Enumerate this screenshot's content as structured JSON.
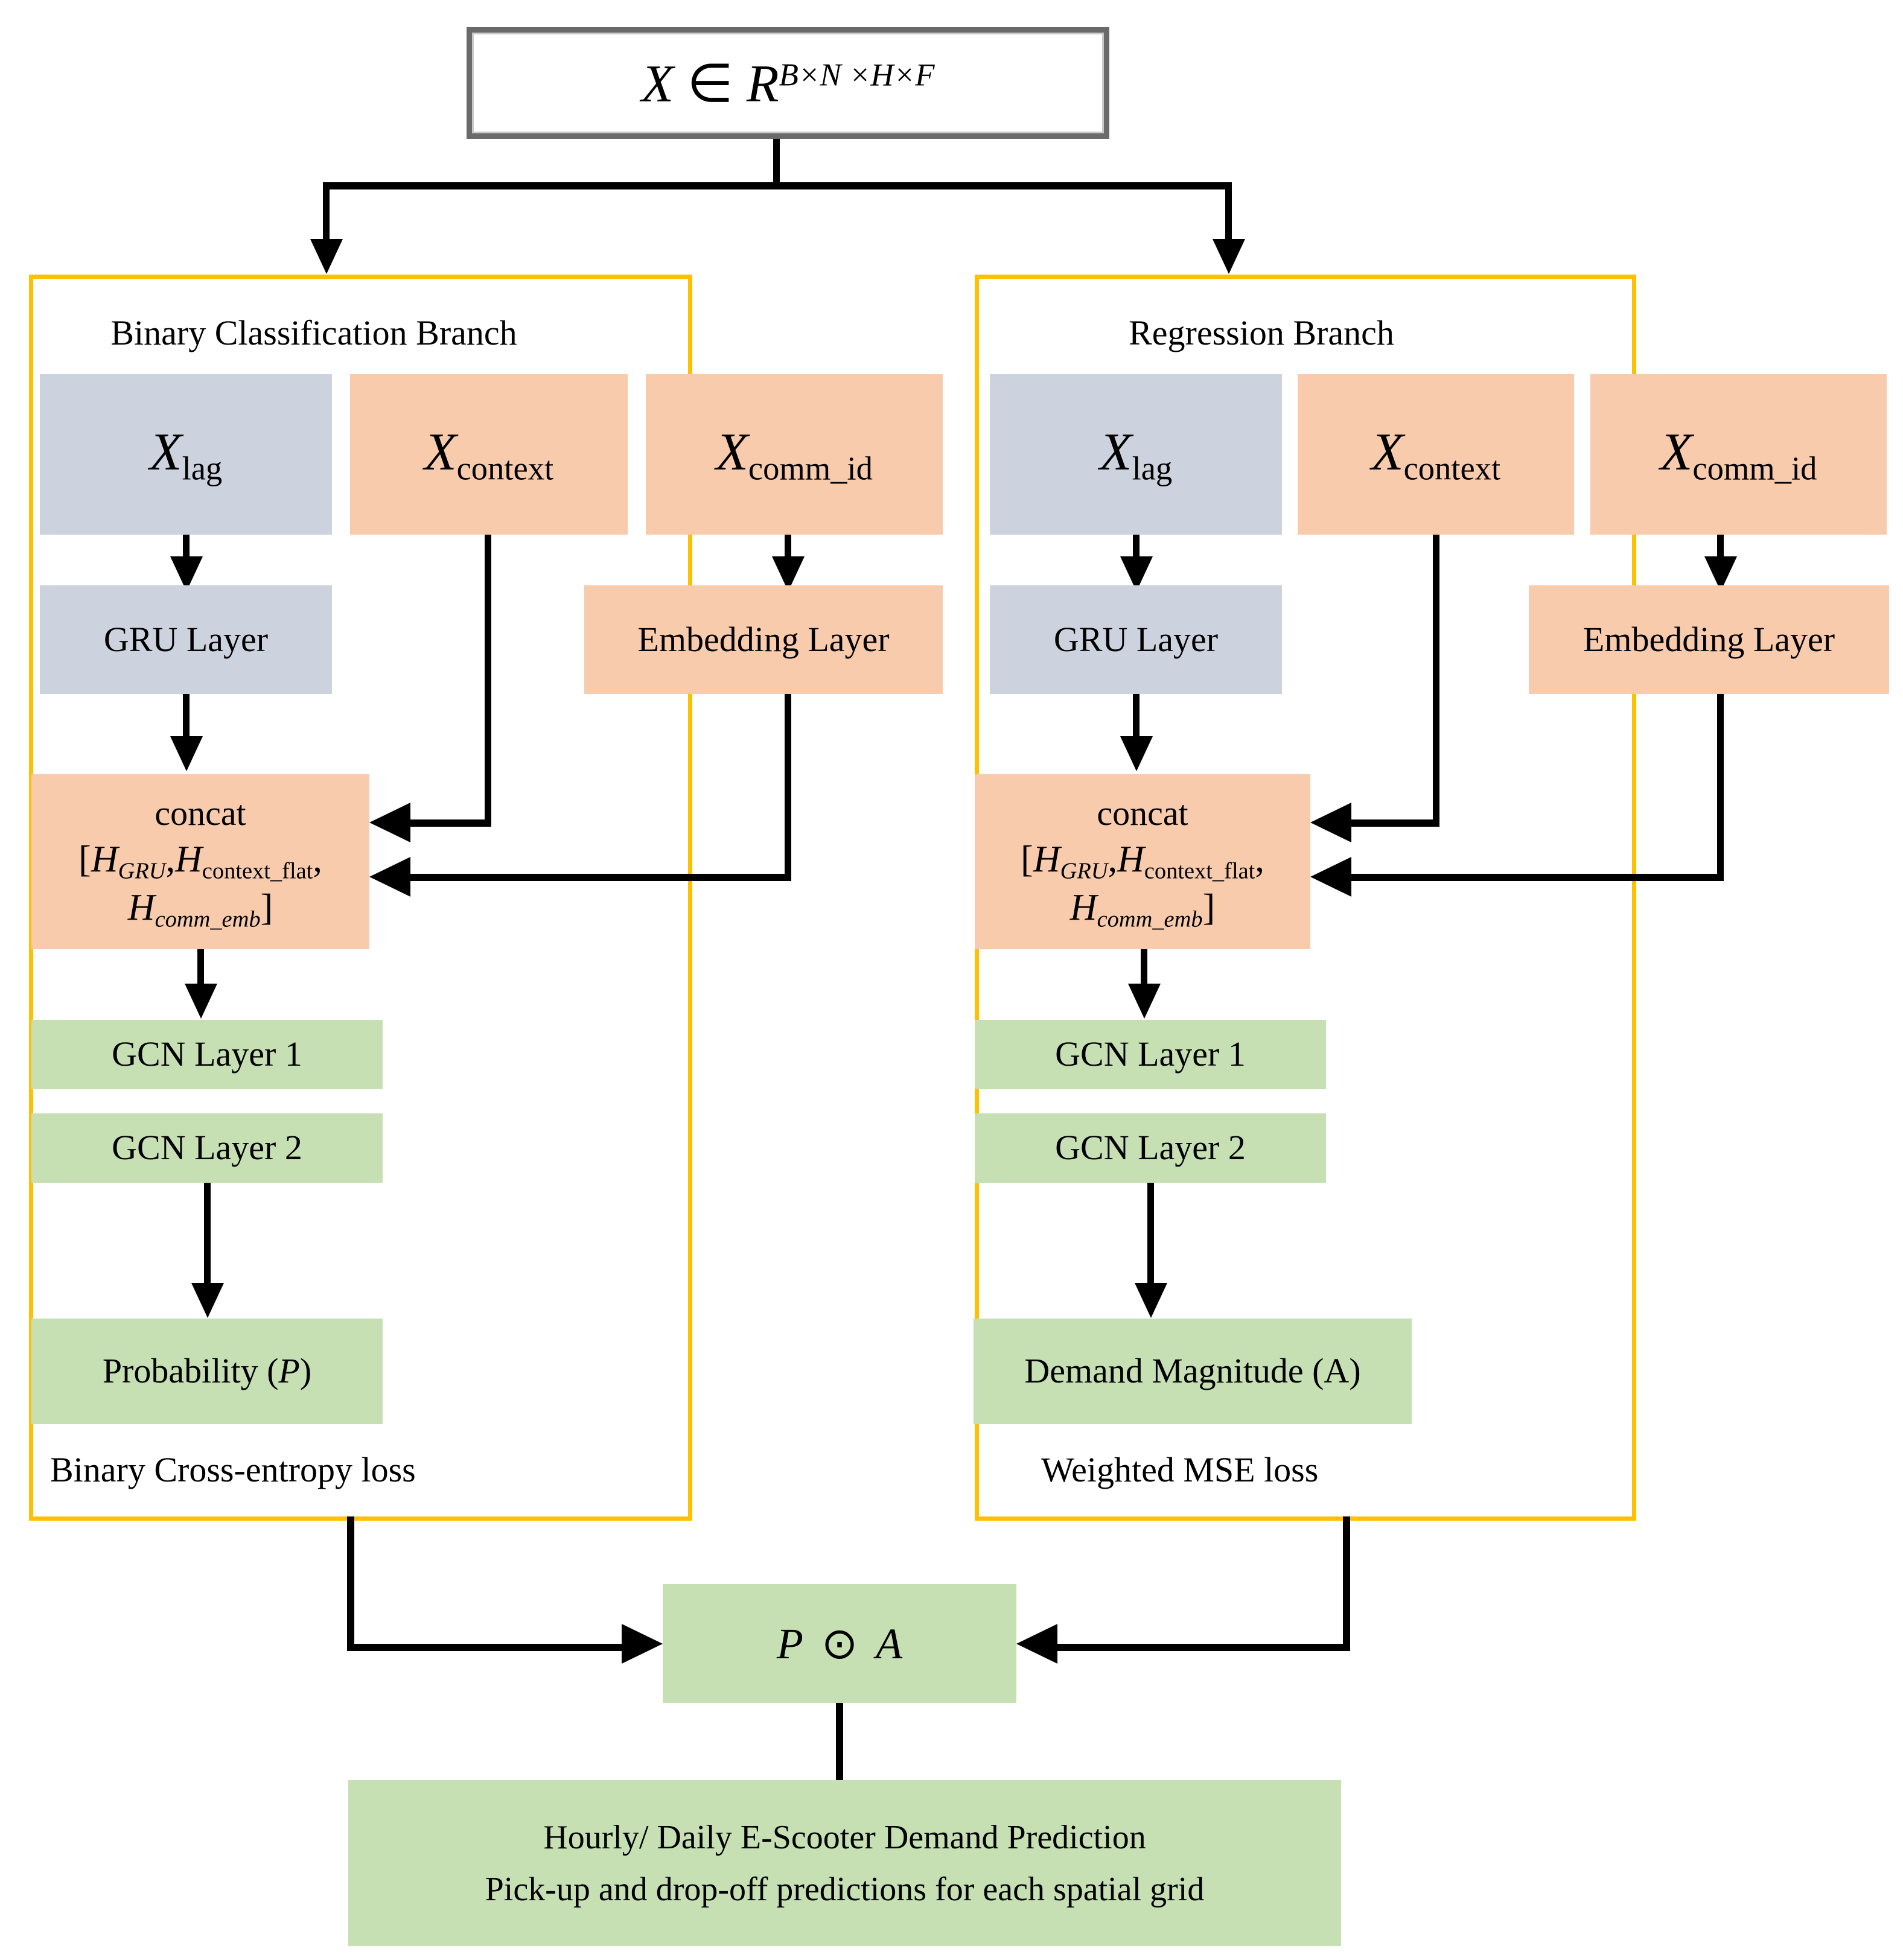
{
  "colors": {
    "branch_border": "#FFC000",
    "input_gray": "#CDD3DE",
    "input_orange": "#F8CBAD",
    "layer_green": "#C6E0B4",
    "top_box_border": "#6a6a6a",
    "line_black": "#000000"
  },
  "top_box": {
    "var": "X",
    "in": "∈",
    "set": "R",
    "sup": "B×N ×H×F"
  },
  "inputs": {
    "x": "X",
    "lag": "lag",
    "context": "context",
    "comm_id": "comm_id"
  },
  "layers": {
    "gru": "GRU Layer",
    "embedding": "Embedding Layer",
    "gcn1": "GCN Layer 1",
    "gcn2": "GCN Layer 2"
  },
  "concat": {
    "title": "concat",
    "open": "[",
    "h": "H",
    "sub_gru": "GRU",
    "comma": ",",
    "sub_context": "context_flat",
    "sub_comm": "comm_emb",
    "close": "]"
  },
  "branch_left": {
    "title": "Binary Classification Branch",
    "loss": "Binary Cross-entropy loss",
    "output_pre": "Probability (",
    "output_var": "P",
    "output_post": ")"
  },
  "branch_right": {
    "title": "Regression Branch",
    "loss": "Weighted MSE loss",
    "output_pre": "Demand Magnitude (A)",
    "output_var": "",
    "output_post": ""
  },
  "fusion": {
    "p": "P",
    "op": "⊙",
    "a": "A"
  },
  "final_box": {
    "line1": "Hourly/ Daily E-Scooter Demand Prediction",
    "line2": "Pick-up and drop-off predictions for each spatial grid"
  }
}
